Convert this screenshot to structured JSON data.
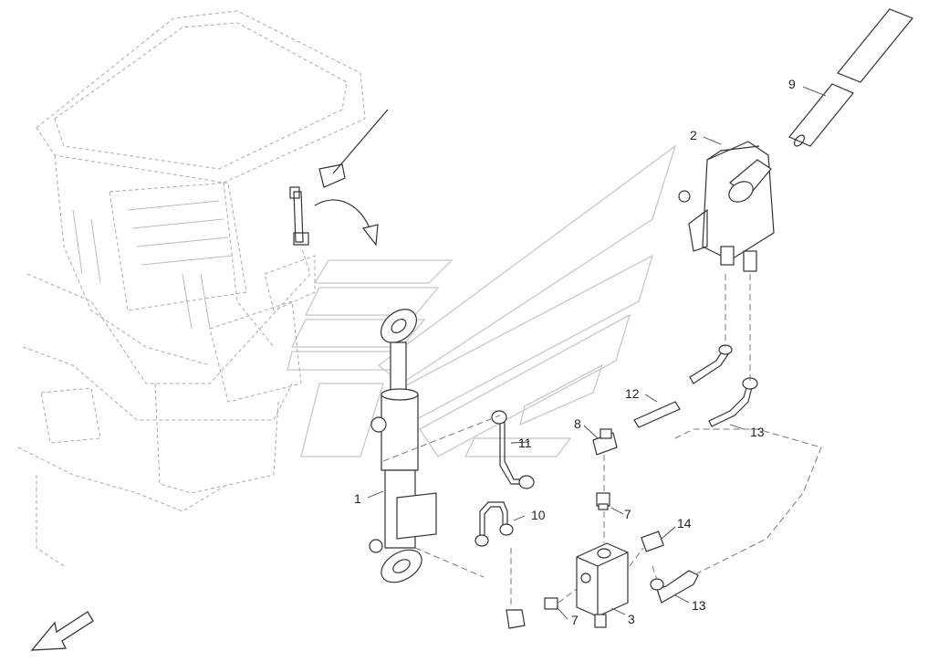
{
  "callouts": {
    "c1": "1",
    "c2": "2",
    "c3": "3",
    "c7a": "7",
    "c7b": "7",
    "c8": "8",
    "c9": "9",
    "c10": "10",
    "c11": "11",
    "c12": "12",
    "c13a": "13",
    "c13b": "13",
    "c14": "14"
  }
}
